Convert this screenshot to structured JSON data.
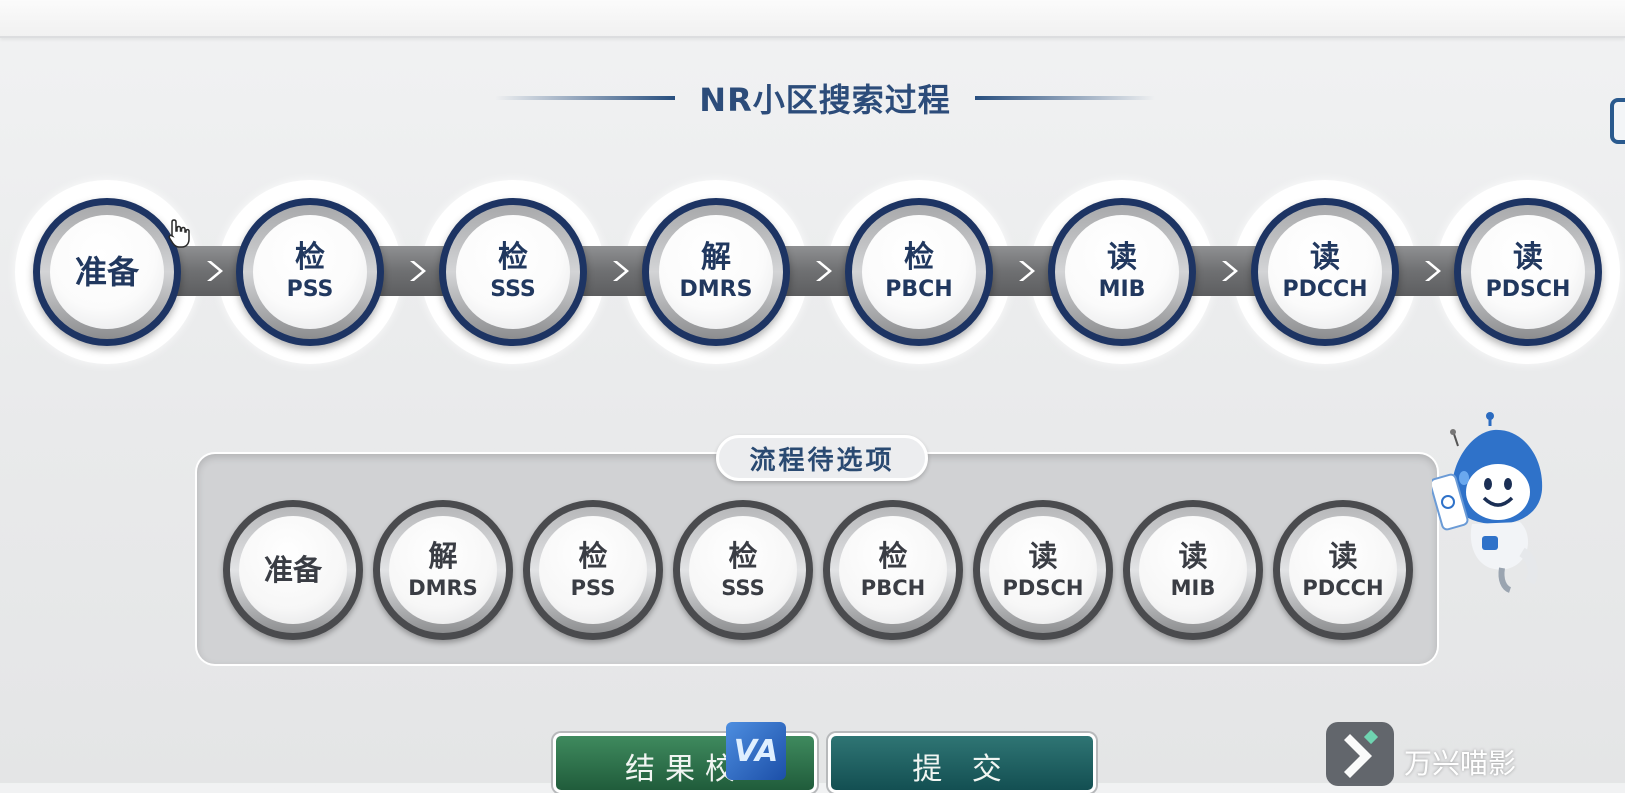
{
  "title": "NR小区搜索过程",
  "flow_steps": [
    {
      "zh": "准备",
      "en": ""
    },
    {
      "zh": "检",
      "en": "PSS"
    },
    {
      "zh": "检",
      "en": "SSS"
    },
    {
      "zh": "解",
      "en": "DMRS"
    },
    {
      "zh": "检",
      "en": "PBCH"
    },
    {
      "zh": "读",
      "en": "MIB"
    },
    {
      "zh": "读",
      "en": "PDCCH"
    },
    {
      "zh": "读",
      "en": "PDSCH"
    }
  ],
  "candidates_label": "流程待选项",
  "candidates": [
    {
      "zh": "准备",
      "en": ""
    },
    {
      "zh": "解",
      "en": "DMRS"
    },
    {
      "zh": "检",
      "en": "PSS"
    },
    {
      "zh": "检",
      "en": "SSS"
    },
    {
      "zh": "检",
      "en": "PBCH"
    },
    {
      "zh": "读",
      "en": "PDSCH"
    },
    {
      "zh": "读",
      "en": "MIB"
    },
    {
      "zh": "读",
      "en": "PDCCH"
    }
  ],
  "buttons": {
    "check": "结果校",
    "submit": "提 交"
  },
  "overlay_logo_text": "VA",
  "watermark_text": "万兴喵影",
  "icons": {
    "arrow": "chevron-right-icon",
    "mascot": "robot-mascot-icon",
    "cursor": "hand-pointer-icon",
    "corner": "corner-button-icon"
  },
  "colors": {
    "title": "#2c4c7a",
    "step_border": "#1d3463",
    "check_button": "#2a7048",
    "submit_button": "#1d6062"
  }
}
